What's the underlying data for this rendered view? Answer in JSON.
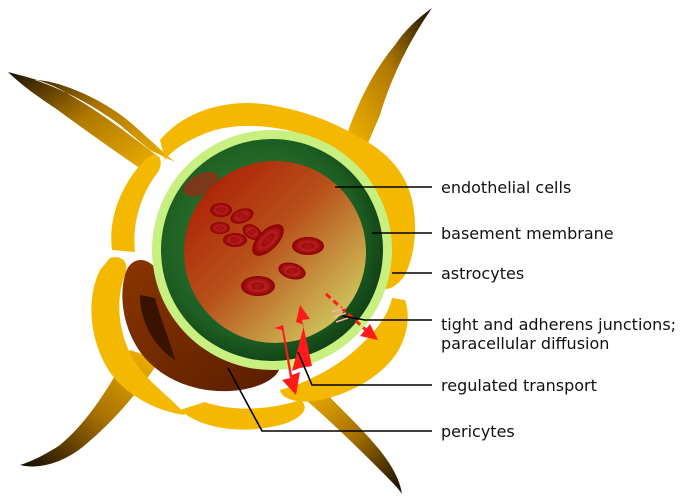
{
  "labels": {
    "endothelial": "endothelial cells",
    "basement": "basement membrane",
    "astrocytes": "astrocytes",
    "junctions_line1": "tight and adherens junctions;",
    "junctions_line2": "paracellular diffusion",
    "transport": "regulated transport",
    "pericytes": "pericytes"
  },
  "colors": {
    "astrocyte": "#f5b800",
    "astrocyte_dark": "#2a1a00",
    "basement_membrane": "#c8f080",
    "endothelium": "#1f6a2a",
    "lumen_red": "#b01a00",
    "lumen_light": "#d0e070",
    "pericyte": "#7a2a00",
    "red_blood_cell": "#b00000",
    "arrow": "#ff1a1a"
  }
}
